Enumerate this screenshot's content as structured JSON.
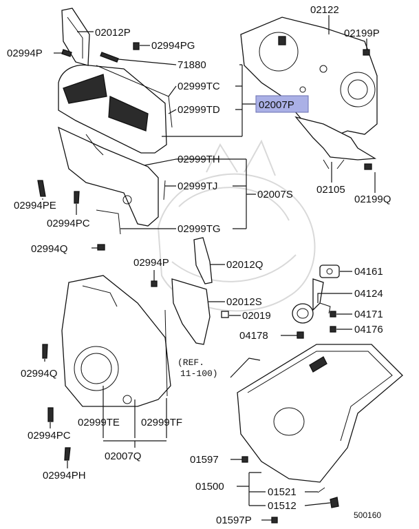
{
  "highlight_color": "#aab0e6",
  "part_labels": {
    "p02122": "02122",
    "p02012P": "02012P",
    "p02199P": "02199P",
    "p02994P_top": "02994P",
    "p02994PG": "02994PG",
    "p71880": "71880",
    "p02999TC": "02999TC",
    "p02007P": "02007P",
    "p02999TD": "02999TD",
    "p02999TH": "02999TH",
    "p02994PE": "02994PE",
    "p02999TJ": "02999TJ",
    "p02007S": "02007S",
    "p02105": "02105",
    "p02199Q": "02199Q",
    "p02994PC_top": "02994PC",
    "p02999TG": "02999TG",
    "p02994Q_top": "02994Q",
    "p02994P_mid": "02994P",
    "p02012Q": "02012Q",
    "p04161": "04161",
    "p04124": "04124",
    "p02012S": "02012S",
    "p02019": "02019",
    "p04171": "04171",
    "p04176": "04176",
    "p04178": "04178",
    "p02994Q_mid": "02994Q",
    "p02999TE": "02999TE",
    "p02999TF": "02999TF",
    "p02994PC_bot": "02994PC",
    "p02007Q": "02007Q",
    "p01597": "01597",
    "p02994PH": "02994PH",
    "p01500": "01500",
    "p01521": "01521",
    "p01512": "01512",
    "p01597P": "01597P"
  },
  "ref_note": {
    "line1": "(REF.",
    "line2": "11-100)"
  },
  "figure_number": "500160"
}
